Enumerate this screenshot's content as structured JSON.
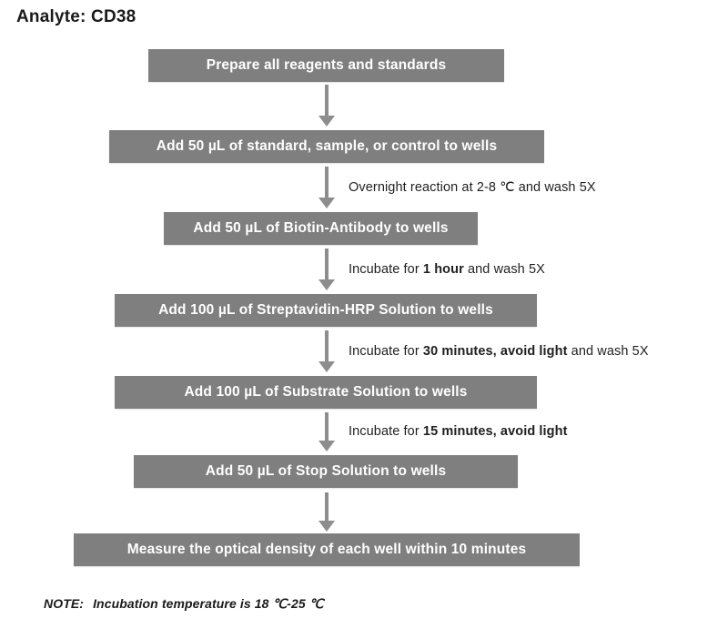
{
  "title": "Analyte: CD38",
  "colors": {
    "box_fill": "#7f7f7f",
    "box_text": "#ffffff",
    "arrow": "#8d8d8d",
    "label_text": "#1f1f1f",
    "background": "#ffffff"
  },
  "steps": [
    {
      "id": "prepare-reagents",
      "text": "Prepare all reagents and standards"
    },
    {
      "id": "add-standard",
      "text": "Add 50 µL of standard, sample, or control to wells"
    },
    {
      "id": "add-biotin",
      "text": "Add 50 µL of Biotin-Antibody to wells"
    },
    {
      "id": "add-streptavidin",
      "text": "Add 100 µL of Streptavidin-HRP Solution to wells"
    },
    {
      "id": "add-substrate",
      "text": "Add 100 µL of Substrate Solution to wells"
    },
    {
      "id": "add-stop",
      "text": "Add 50 µL of Stop Solution to wells"
    },
    {
      "id": "measure-od",
      "text": "Measure the optical density of each well within 10 minutes"
    }
  ],
  "connectors": [
    {
      "id": "connector-1",
      "label_prefix": "",
      "label_bold": "",
      "label_suffix": ""
    },
    {
      "id": "connector-2",
      "label_prefix": "Overnight reaction at 2-8 ℃ and wash 5X",
      "label_bold": "",
      "label_suffix": ""
    },
    {
      "id": "connector-3",
      "label_prefix": "Incubate for ",
      "label_bold": "1 hour",
      "label_suffix": " and wash 5X"
    },
    {
      "id": "connector-4",
      "label_prefix": "Incubate for ",
      "label_bold": "30 minutes, avoid light",
      "label_suffix": " and wash 5X"
    },
    {
      "id": "connector-5",
      "label_prefix": "Incubate for ",
      "label_bold": "15 minutes, avoid light",
      "label_suffix": ""
    },
    {
      "id": "connector-6",
      "label_prefix": "",
      "label_bold": "",
      "label_suffix": ""
    }
  ],
  "note": {
    "label": "NOTE:",
    "text": "Incubation temperature is 18 ℃-25 ℃"
  }
}
